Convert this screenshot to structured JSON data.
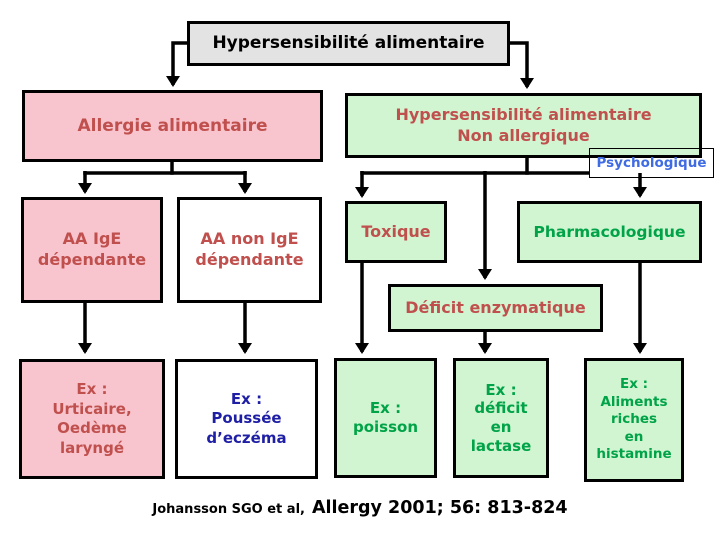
{
  "slide": {
    "nodes": {
      "title": {
        "label": "Hypersensibilité alimentaire"
      },
      "allergie": {
        "label": "Allergie alimentaire"
      },
      "non_allergique": {
        "label": "Hypersensibilité alimentaire\nNon allergique"
      },
      "psychologique": {
        "label": "Psychologique"
      },
      "aa_ige": {
        "label": "AA IgE\ndépendante"
      },
      "aa_non_ige": {
        "label": "AA non IgE\ndépendante"
      },
      "toxique": {
        "label": "Toxique"
      },
      "pharmacologique": {
        "label": "Pharmacologique"
      },
      "deficit_enzymatique": {
        "label": "Déficit enzymatique"
      },
      "ex_urticaire": {
        "label": "Ex :\nUrticaire,\nOedème\nlaryngé"
      },
      "ex_eczema": {
        "label": "Ex :\nPoussée\nd’eczéma"
      },
      "ex_poisson": {
        "label": "Ex :\npoisson"
      },
      "ex_lactase": {
        "label": "Ex :\ndéficit\nen\nlactase"
      },
      "ex_histamine": {
        "label": "Ex :\nAliments\nriches\nen\nhistamine"
      }
    },
    "citation": {
      "authors": "Johansson SGO et al,",
      "reference": "Allergy 2001; 56: 813-824"
    },
    "colors": {
      "title_fill": "#e3e3e3",
      "pink_fill": "#f8c5cf",
      "green_fill": "#d1f5d1",
      "white_fill": "#ffffff",
      "dark_red_text": "#c0504d",
      "green_text": "#00a347",
      "royal_blue_text": "#3f6be3",
      "navy_blue_text": "#1f1fa5",
      "border": "#000000"
    }
  }
}
